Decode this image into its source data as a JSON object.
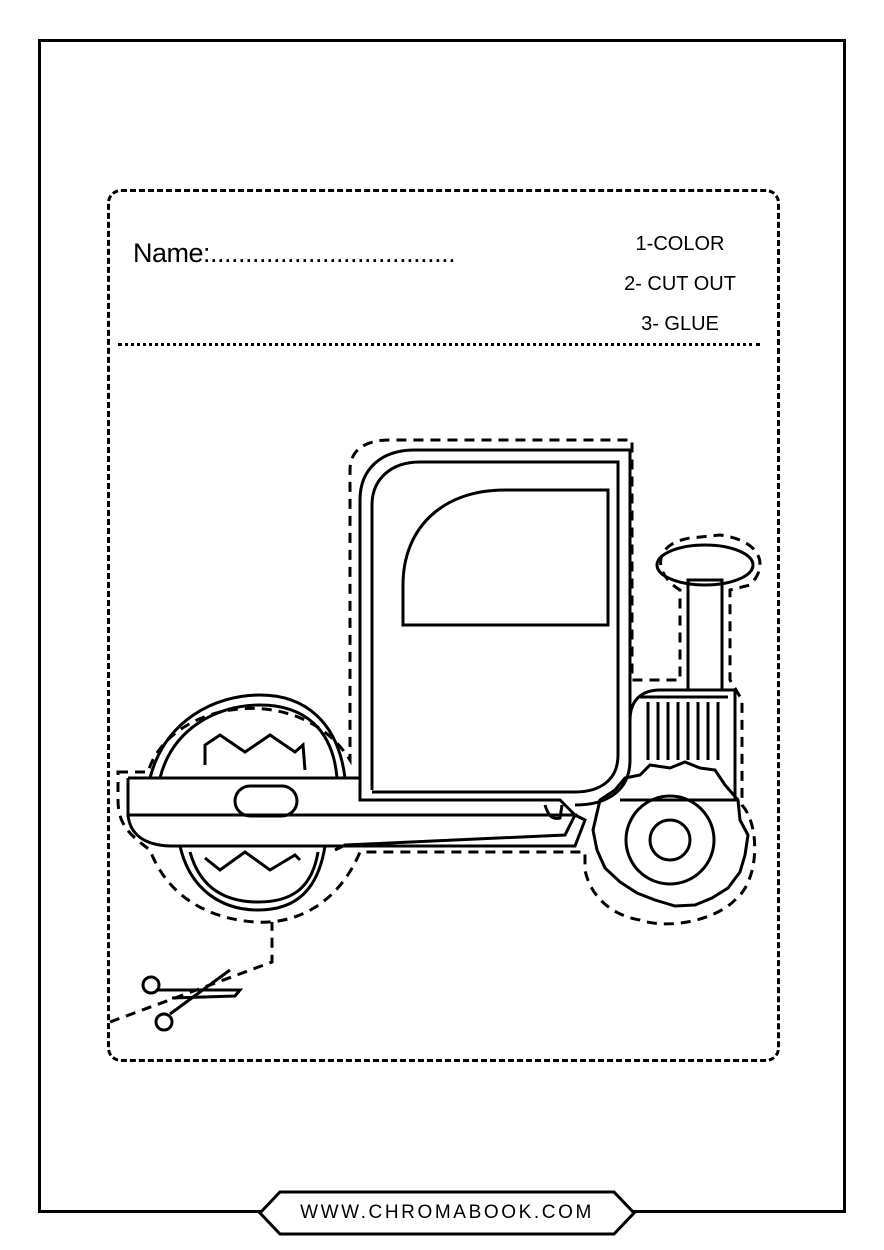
{
  "worksheet": {
    "name_label": "Name:...................................",
    "steps": [
      "1-COLOR",
      "2- CUT OUT",
      "3- GLUE"
    ]
  },
  "artwork": {
    "subject": "road-roller",
    "icons": [
      "road-roller-icon",
      "scissors-icon"
    ]
  },
  "footer": {
    "site": "WWW.CHROMABOOK.COM"
  },
  "colors": {
    "ink": "#000000",
    "paper": "#ffffff"
  }
}
